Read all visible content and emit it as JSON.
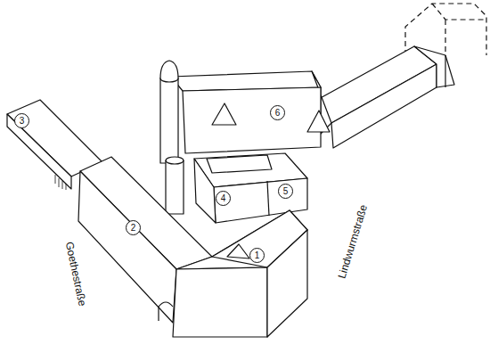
{
  "diagram": {
    "labels": [
      "6",
      "3",
      "4",
      "5",
      "2",
      "1",
      "Goethestraße",
      "Lindwurmstraße"
    ]
  }
}
